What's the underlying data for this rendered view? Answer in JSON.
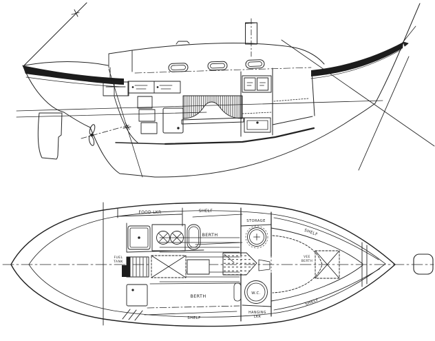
{
  "drawing": {
    "type": "sailboat-line-drawing",
    "colors": {
      "ink": "#222222",
      "paper": "#ffffff"
    }
  },
  "labels": {
    "food_locker": "FOOD LKR",
    "shelf": "SHELF",
    "berth": "BERTH",
    "fuel_tank_line1": "FUEL",
    "fuel_tank_line2": "TANK",
    "storage": "STORAGE",
    "vee_berth_line1": "VEE",
    "vee_berth_line2": "BERTH",
    "wc": "W.C.",
    "hanging_locker_line1": "HANGING",
    "hanging_locker_line2": "LKR"
  }
}
